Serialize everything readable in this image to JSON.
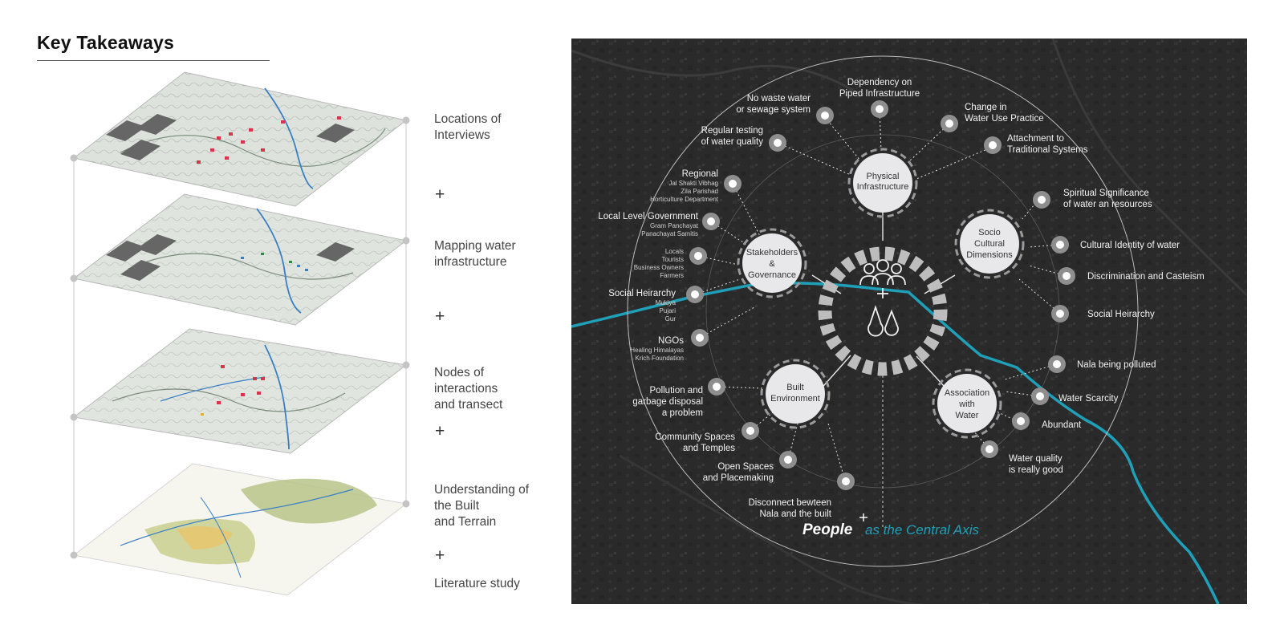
{
  "heading": "Key Takeaways",
  "layers": [
    {
      "label": "Locations of\nInterviews"
    },
    {
      "label": "Mapping water\ninfrastructure"
    },
    {
      "label": "Nodes of\ninteractions\nand transect"
    },
    {
      "label": "Understanding of\nthe Built\nand Terrain"
    }
  ],
  "plus": "+",
  "literature": "Literature study",
  "hubs": {
    "physical": [
      "Physical",
      "Infrastructure"
    ],
    "socio": [
      "Socio",
      "Cultural",
      "Dimensions"
    ],
    "stake": [
      "Stakeholders",
      "&",
      "Governance"
    ],
    "built": [
      "Built",
      "Environment"
    ],
    "water": [
      "Association",
      "with",
      "Water"
    ]
  },
  "nodes": {
    "no_waste": [
      "No waste water",
      "or sewage system"
    ],
    "dependency": [
      "Dependency on",
      "Piped Infrastructure"
    ],
    "change": [
      "Change in",
      "Water Use Practice"
    ],
    "attachment": [
      "Attachment to",
      "Traditional Systems"
    ],
    "regular_testing": [
      "Regular testing",
      "of water quality"
    ],
    "regional": "Regional",
    "regional_sub": [
      "Jal Shakti Vibhag",
      "Zila Parishad",
      "Horticulture Department"
    ],
    "local_gov": "Local Level Government",
    "local_gov_sub": [
      "Gram Panchayat",
      "Panachayat Samitis"
    ],
    "locals_sub": [
      "Locals",
      "Tourists",
      "Business Owners",
      "Farmers"
    ],
    "social_heirarchy_left": "Social Heirarchy",
    "social_heirarchy_sub": [
      "Mukiya",
      "Pujari",
      "Gur"
    ],
    "ngos": "NGOs",
    "ngos_sub": [
      "Healing Himalayas",
      "Krich Foundation"
    ],
    "pollution": [
      "Pollution and",
      "garbage disposal",
      "a problem"
    ],
    "community": [
      "Community Spaces",
      "and Temples"
    ],
    "open_spaces": [
      "Open Spaces",
      "and Placemaking"
    ],
    "disconnect": [
      "Disconnect bewteen",
      "Nala and the built"
    ],
    "spiritual": [
      "Spiritual Significance",
      "of water an resources"
    ],
    "cultural_identity": "Cultural Identity of water",
    "discrimination": "Discrimination and Casteism",
    "social_heirarchy_right": "Social Heirarchy",
    "nala_polluted": "Nala being polluted",
    "water_scarcity": "Water Scarcity",
    "abundant": "Abundant",
    "water_quality": [
      "Water quality",
      "is really good"
    ]
  },
  "tagline": {
    "people": "People",
    "rest": "as the Central Axis"
  },
  "colors": {
    "river": "#1fa0b8",
    "panel": "#2b2b2b",
    "hub_fill": "#e8e8ea"
  }
}
